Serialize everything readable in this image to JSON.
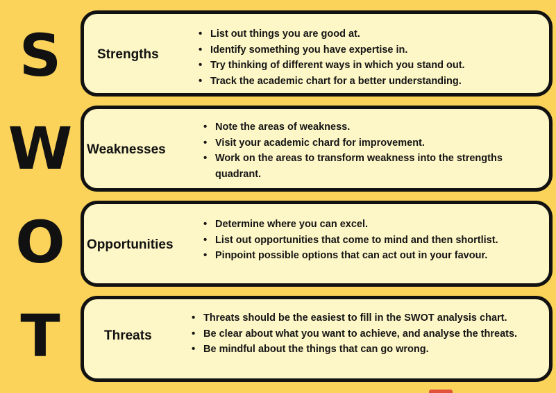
{
  "letters": [
    "S",
    "W",
    "O",
    "T"
  ],
  "sections": [
    {
      "title": "Strengths",
      "items": [
        "List out things you are good at.",
        "Identify something you have expertise in.",
        "Try thinking of different ways in which you stand out.",
        "Track the academic chart for a better understanding."
      ]
    },
    {
      "title": "Weaknesses",
      "items": [
        "Note the areas of weakness.",
        "Visit your academic chard for improvement.",
        "Work on the areas to transform weakness into the strengths quadrant."
      ]
    },
    {
      "title": "Opportunities",
      "items": [
        "Determine where you can excel.",
        "List out opportunities that come to mind and then shortlist.",
        "Pinpoint possible options that can act out in your favour."
      ]
    },
    {
      "title": "Threats",
      "items": [
        "Threats should be the easiest to fill in the SWOT analysis chart.",
        "Be clear about what you want to achieve, and analyse the threats.",
        "Be mindful about the things that can go wrong."
      ]
    }
  ],
  "colors": {
    "background": "#fbd35a",
    "card": "#fdf6c6",
    "border": "#111111"
  }
}
